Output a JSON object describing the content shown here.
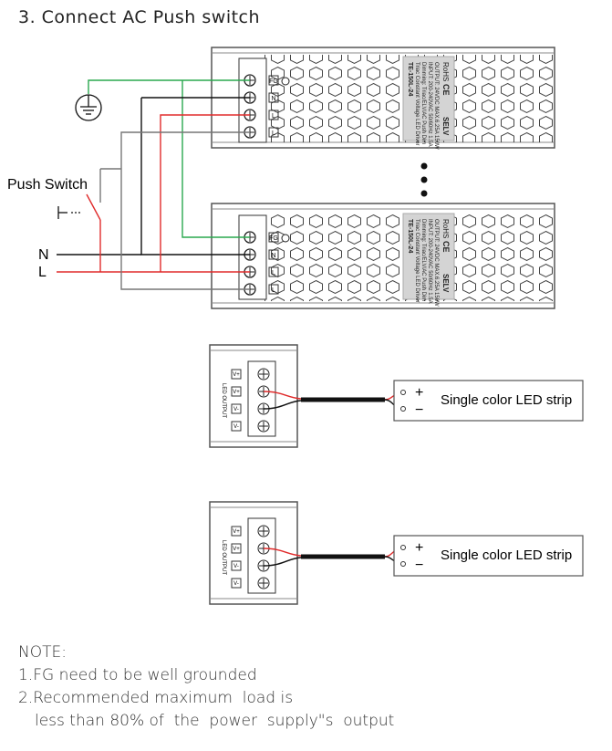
{
  "section_title": "3. Connect AC Push switch",
  "labels": {
    "push_switch": "Push Switch",
    "n": "N",
    "l": "L",
    "strip": "Single color LED strip",
    "plus": "+",
    "minus": "−"
  },
  "driver_label": {
    "model": "TE-150L-24",
    "line1": "Triac Constant Voltage LED Driver",
    "line2": "Dimming: Triac/ELV/AC Push Dim",
    "line3": "INPUT: 200-240VAC 50/60Hz 1.5A",
    "line4": "OUTPUT: 24VDC  MAX.6.25A 150W",
    "rohs": "RoHS",
    "ce": "CE",
    "selv": "SELV"
  },
  "terminal_marks": [
    "FG",
    "N",
    "L",
    "L"
  ],
  "output_marks": [
    "V+",
    "V+",
    "V-",
    "V-"
  ],
  "output_side_text": "LED OUTPUT",
  "notes": {
    "title": "NOTE:",
    "line1": "1.FG need to be well grounded",
    "line2": "2.Recommended maximum  load is",
    "line3": "less than 80% of  the  power  supply\"s  output"
  },
  "colors": {
    "ground_wire": "#2aa84f",
    "line_wire": "#e02b2b",
    "neutral_wire": "#111111",
    "aux_wire": "#888888",
    "cable": "#111111"
  }
}
